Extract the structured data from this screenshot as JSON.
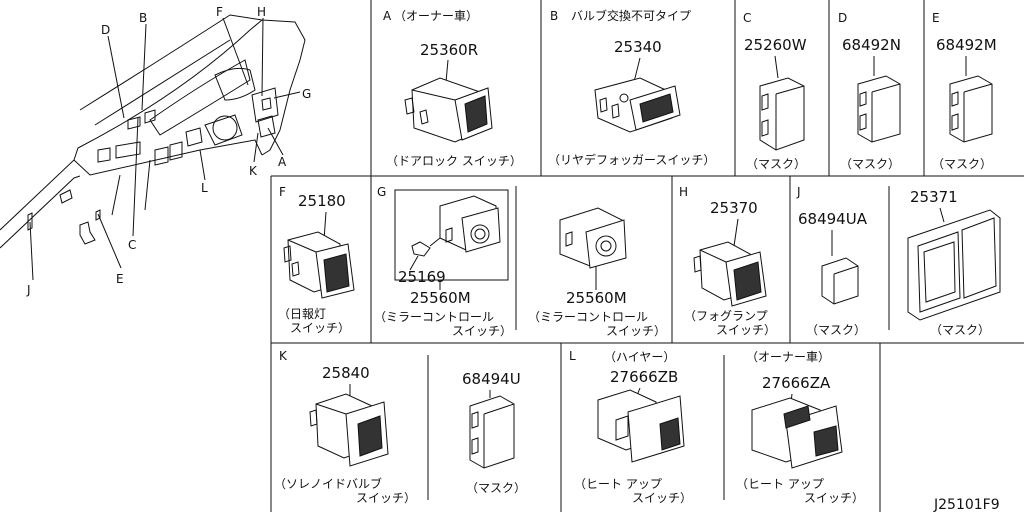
{
  "overview": {
    "callouts": [
      "A",
      "B",
      "C",
      "D",
      "E",
      "F",
      "G",
      "H",
      "J",
      "K",
      "L"
    ]
  },
  "panels": {
    "A": {
      "letter": "A",
      "variant": "（オーナー車）",
      "part_number": "25360R",
      "caption": [
        "（ドアロック スイッチ）"
      ]
    },
    "B": {
      "letter": "B",
      "variant": "バルブ交換不可タイプ",
      "part_number": "25340",
      "caption": [
        "（リヤデフォッガースイッチ）"
      ]
    },
    "C": {
      "letter": "C",
      "part_number": "25260W",
      "caption": [
        "（マスク）"
      ]
    },
    "D": {
      "letter": "D",
      "part_number": "68492N",
      "caption": [
        "（マスク）"
      ]
    },
    "E": {
      "letter": "E",
      "part_number": "68492M",
      "caption": [
        "（マスク）"
      ]
    },
    "F": {
      "letter": "F",
      "part_number": "25180",
      "caption": [
        "（日報灯",
        "スイッチ）"
      ]
    },
    "G": {
      "letter": "G",
      "part_numbers": [
        "25169",
        "25560M",
        "25560M"
      ],
      "captions": [
        [
          "（ミラーコントロール",
          "スイッチ）"
        ],
        [
          "（ミラーコントロール",
          "スイッチ）"
        ]
      ]
    },
    "H": {
      "letter": "H",
      "part_number": "25370",
      "caption": [
        "（フォグランプ",
        "スイッチ）"
      ]
    },
    "J": {
      "letter": "J",
      "part_numbers": [
        "68494UA",
        "25371"
      ],
      "captions": [
        [
          "（マスク）"
        ],
        [
          "（マスク）"
        ]
      ]
    },
    "K": {
      "letter": "K",
      "part_numbers": [
        "25840",
        "68494U"
      ],
      "captions": [
        [
          "（ソレノイドバルブ",
          "スイッチ）"
        ],
        [
          "（マスク）"
        ]
      ]
    },
    "L": {
      "letter": "L",
      "variants": [
        "（ハイヤー）",
        "（オーナー車）"
      ],
      "part_numbers": [
        "27666ZB",
        "27666ZA"
      ],
      "captions": [
        [
          "（ヒート アップ",
          "スイッチ）"
        ],
        [
          "（ヒート アップ",
          "スイッチ）"
        ]
      ]
    }
  },
  "drawing_number": "J25101F9"
}
